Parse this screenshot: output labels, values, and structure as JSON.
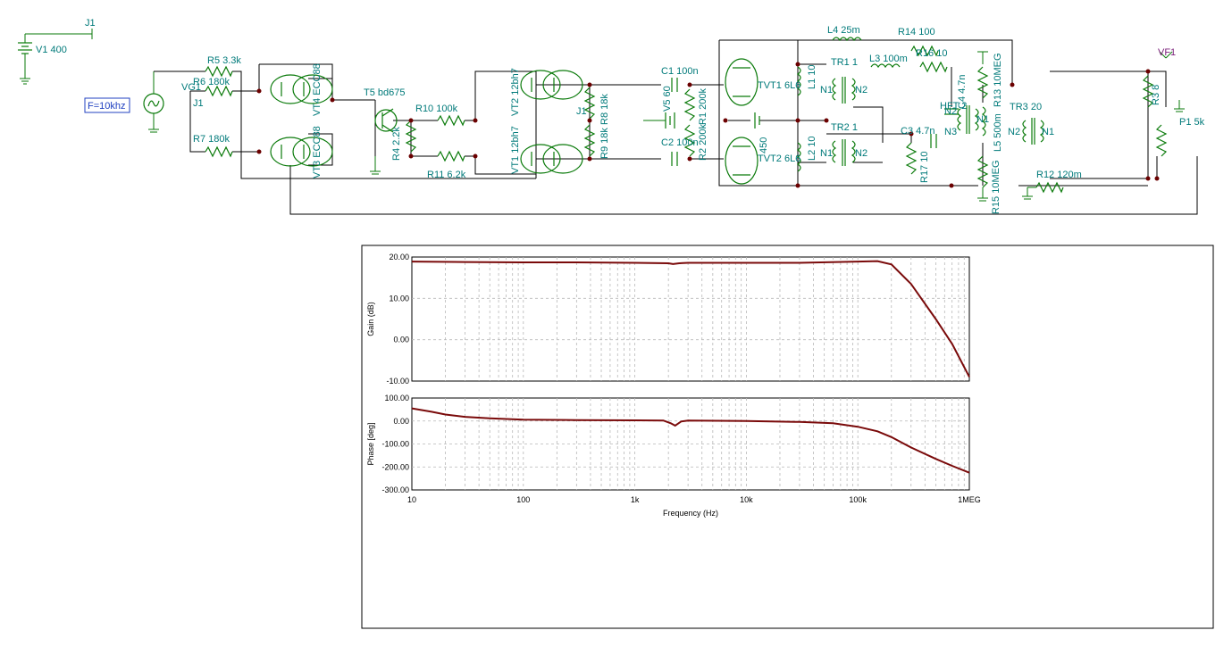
{
  "schematic": {
    "source_label": "F=10khz",
    "labels": [
      {
        "name": "j1-top",
        "text": "J1"
      },
      {
        "name": "v1",
        "text": "V1 400"
      },
      {
        "name": "r5",
        "text": "R5 3.3k"
      },
      {
        "name": "r6",
        "text": "R6 180k"
      },
      {
        "name": "vg1",
        "text": "VG1"
      },
      {
        "name": "j1-mid",
        "text": "J1"
      },
      {
        "name": "r7",
        "text": "R7 180k"
      },
      {
        "name": "vt4",
        "text": "VT4 ECC88"
      },
      {
        "name": "vt3",
        "text": "VT3 ECC88"
      },
      {
        "name": "t5",
        "text": "T5 bd675"
      },
      {
        "name": "r10",
        "text": "R10 100k"
      },
      {
        "name": "r4",
        "text": "R4 2.2k"
      },
      {
        "name": "r11",
        "text": "R11 6.2k"
      },
      {
        "name": "vt1",
        "text": "VT1 12bh7"
      },
      {
        "name": "vt2",
        "text": "VT2 12bh7"
      },
      {
        "name": "j1-right",
        "text": "J1"
      },
      {
        "name": "r8",
        "text": "R8 18k"
      },
      {
        "name": "r9",
        "text": "R9 18k"
      },
      {
        "name": "c1",
        "text": "C1 100n"
      },
      {
        "name": "c2",
        "text": "C2 100n"
      },
      {
        "name": "v5",
        "text": "V5 60"
      },
      {
        "name": "r1",
        "text": "R1 200k"
      },
      {
        "name": "r2",
        "text": "R2 200k"
      },
      {
        "name": "tvt1",
        "text": "TVT1 6L6"
      },
      {
        "name": "tvt2",
        "text": "TVT2 6L6"
      },
      {
        "name": "v450",
        "text": "450"
      },
      {
        "name": "l1",
        "text": "L1 10"
      },
      {
        "name": "l2",
        "text": "L2 10"
      },
      {
        "name": "l4",
        "text": "L4 25m"
      },
      {
        "name": "r14",
        "text": "R14 100"
      },
      {
        "name": "tr1",
        "text": "TR1 1"
      },
      {
        "name": "l3",
        "text": "L3 100m"
      },
      {
        "name": "r16",
        "text": "R16 10"
      },
      {
        "name": "tr2",
        "text": "TR2 1"
      },
      {
        "name": "c3",
        "text": "C3 4.7n"
      },
      {
        "name": "c4",
        "text": "C4 4.7n"
      },
      {
        "name": "hft2",
        "text": "HFT 2"
      },
      {
        "name": "r13",
        "text": "R13 10MEG"
      },
      {
        "name": "l5",
        "text": "L5 500m"
      },
      {
        "name": "r15",
        "text": "R15 10MEG"
      },
      {
        "name": "r17",
        "text": "R17 10"
      },
      {
        "name": "tr3",
        "text": "TR3 20"
      },
      {
        "name": "r3",
        "text": "R3 8"
      },
      {
        "name": "r12",
        "text": "R12 120m"
      },
      {
        "name": "p1",
        "text": "P1 5k"
      },
      {
        "name": "n1a",
        "text": "N1"
      },
      {
        "name": "n2a",
        "text": "N2"
      },
      {
        "name": "n1b",
        "text": "N1"
      },
      {
        "name": "n2b",
        "text": "N2"
      },
      {
        "name": "n2c",
        "text": "N2"
      },
      {
        "name": "n3",
        "text": "N3"
      },
      {
        "name": "n1c",
        "text": "N1"
      },
      {
        "name": "n2d",
        "text": "N2"
      },
      {
        "name": "n1d",
        "text": "N1"
      }
    ],
    "probe_label": "VF1"
  },
  "chart_data": [
    {
      "type": "line",
      "xscale": "log",
      "xlim": [
        10,
        1000000
      ],
      "ylim": [
        -10,
        20
      ],
      "ylabel": "Gain (dB)",
      "yticks": [
        "20.00",
        "10.00",
        "0.00",
        "-10.00"
      ],
      "grid": true,
      "series": [
        {
          "x": [
            10,
            30,
            100,
            300,
            1000,
            2000,
            2200,
            2500,
            3000,
            10000,
            30000,
            100000,
            150000,
            200000,
            300000,
            500000,
            700000,
            1000000
          ],
          "y": [
            18.9,
            18.8,
            18.7,
            18.7,
            18.6,
            18.5,
            18.3,
            18.5,
            18.6,
            18.6,
            18.6,
            18.9,
            19.0,
            18.2,
            13.5,
            5.0,
            -1.0,
            -9.0
          ]
        }
      ]
    },
    {
      "type": "line",
      "xscale": "log",
      "xlim": [
        10,
        1000000
      ],
      "ylim": [
        -300,
        100
      ],
      "ylabel": "Phase [deg]",
      "xlabel": "Frequency (Hz)",
      "yticks": [
        "100.00",
        "0.00",
        "-100.00",
        "-200.00",
        "-300.00"
      ],
      "xticks": [
        "10",
        "100",
        "1k",
        "10k",
        "100k",
        "1MEG"
      ],
      "grid": true,
      "series": [
        {
          "x": [
            10,
            15,
            20,
            30,
            50,
            100,
            300,
            1000,
            1800,
            2100,
            2300,
            2600,
            3000,
            10000,
            30000,
            60000,
            100000,
            150000,
            200000,
            300000,
            500000,
            700000,
            1000000
          ],
          "y": [
            55,
            40,
            28,
            18,
            12,
            6,
            4,
            3,
            2,
            -10,
            -20,
            -2,
            2,
            0,
            -4,
            -10,
            -25,
            -45,
            -70,
            -115,
            -165,
            -195,
            -225
          ]
        }
      ]
    }
  ]
}
